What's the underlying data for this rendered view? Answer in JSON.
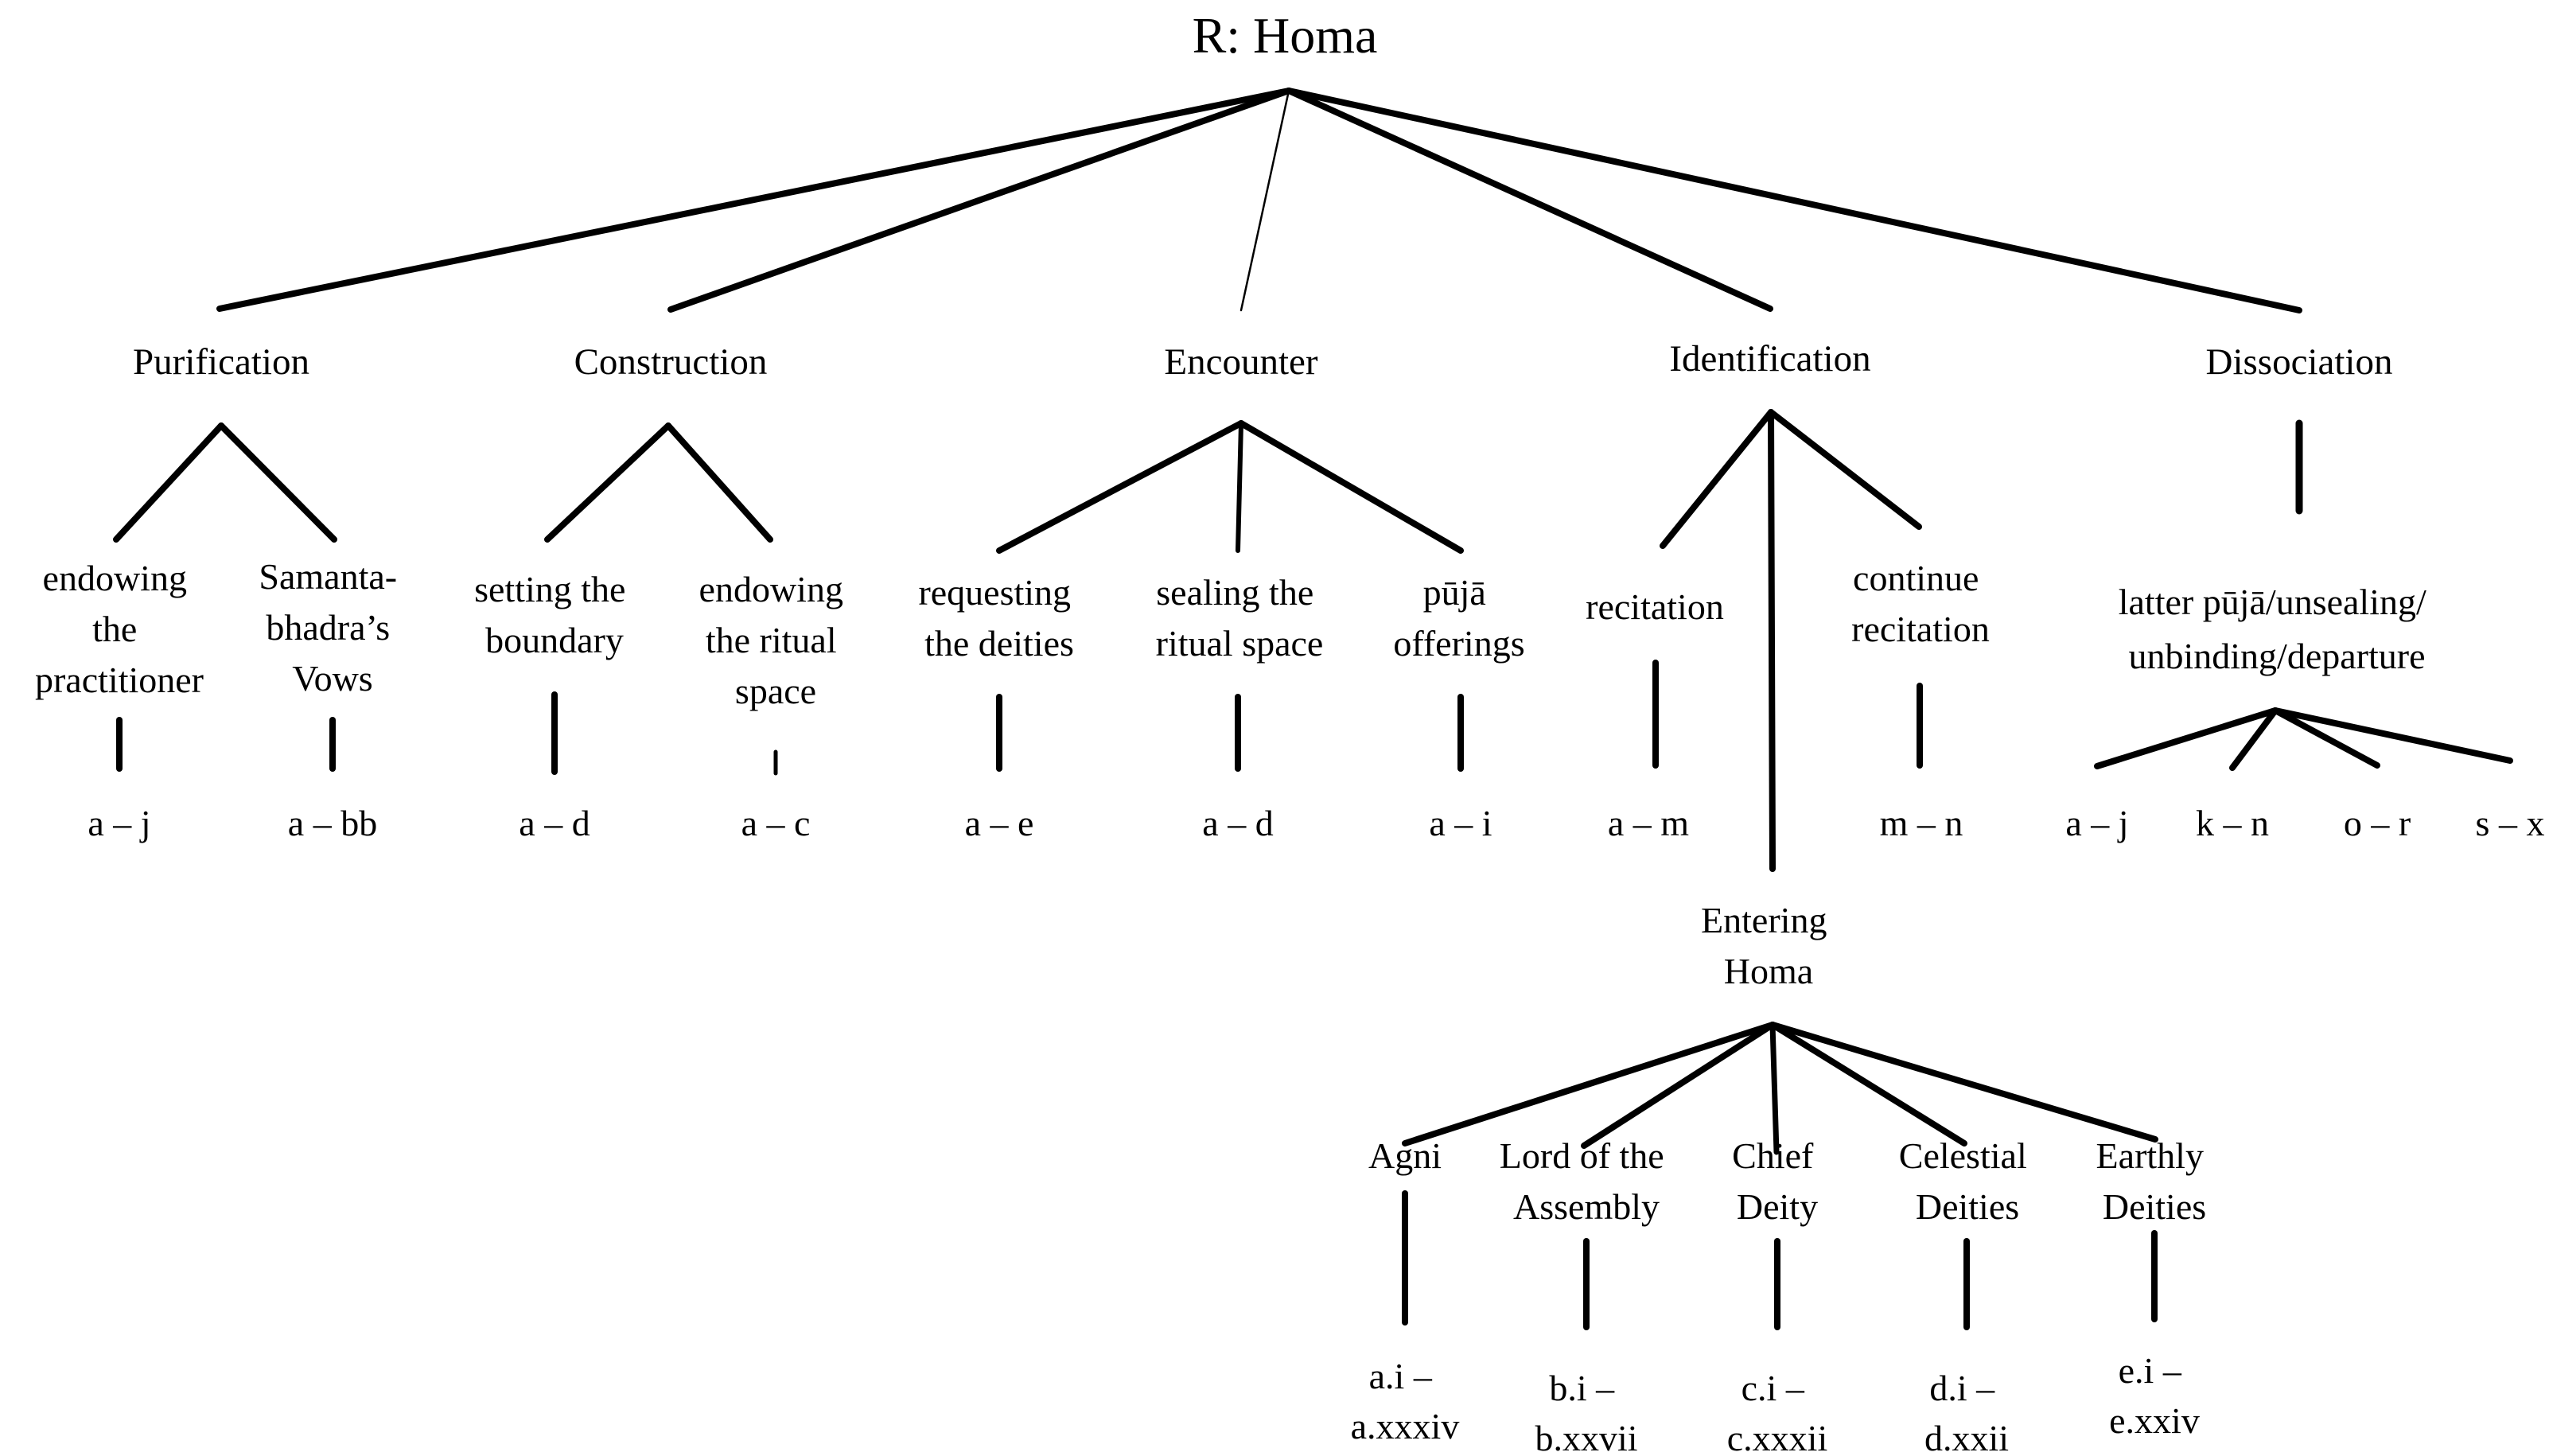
{
  "diagram": {
    "title": "R: Homa",
    "colors": {
      "ink": "#000000",
      "background": "#ffffff"
    },
    "branches": {
      "purification": {
        "label": "Purification",
        "children": {
          "endowing_practitioner": {
            "lines": [
              "endowing",
              "the",
              "practitioner"
            ],
            "range": "a – j"
          },
          "samantabhadra_vows": {
            "lines": [
              "Samanta-",
              "bhadra’s",
              "Vows"
            ],
            "range": "a – bb"
          }
        }
      },
      "construction": {
        "label": "Construction",
        "children": {
          "setting_boundary": {
            "lines": [
              "setting the",
              "boundary"
            ],
            "range": "a – d"
          },
          "endowing_ritual_space": {
            "lines": [
              "endowing",
              "the ritual",
              "space"
            ],
            "range": "a – c"
          }
        }
      },
      "encounter": {
        "label": "Encounter",
        "children": {
          "requesting_deities": {
            "lines": [
              "requesting",
              "the deities"
            ],
            "range": "a – e"
          },
          "sealing_ritual_space": {
            "lines": [
              "sealing the",
              "ritual space"
            ],
            "range": "a – d"
          },
          "puja_offerings": {
            "lines": [
              "pūjā",
              "offerings"
            ],
            "range": "a – i"
          }
        }
      },
      "identification": {
        "label": "Identification",
        "children": {
          "recitation": {
            "lines": [
              "recitation"
            ],
            "range": "a – m"
          },
          "continue_recitation": {
            "lines": [
              "continue",
              "recitation"
            ],
            "range": "m – n"
          }
        }
      },
      "dissociation": {
        "label": "Dissociation",
        "children": {
          "latter_puja": {
            "lines": [
              "latter pūjā/unsealing/",
              "unbinding/departure"
            ],
            "ranges": [
              "a – j",
              "k – n",
              "o – r",
              "s – x"
            ]
          }
        }
      }
    },
    "entering_homa": {
      "lines": [
        "Entering",
        "Homa"
      ],
      "children": {
        "agni": {
          "lines": [
            "Agni"
          ],
          "range_lines": [
            "a.i –",
            "a.xxxiv"
          ]
        },
        "lord_of_the_assembly": {
          "lines": [
            "Lord of the",
            "Assembly"
          ],
          "range_lines": [
            "b.i –",
            "b.xxvii"
          ]
        },
        "chief_deity": {
          "lines": [
            "Chief",
            "Deity"
          ],
          "range_lines": [
            "c.i –",
            "c.xxxii"
          ]
        },
        "celestial_deities": {
          "lines": [
            "Celestial",
            "Deities"
          ],
          "range_lines": [
            "d.i –",
            "d.xxii"
          ]
        },
        "earthly_deities": {
          "lines": [
            "Earthly",
            "Deities"
          ],
          "range_lines": [
            "e.i –",
            "e.xxiv"
          ]
        }
      }
    }
  }
}
